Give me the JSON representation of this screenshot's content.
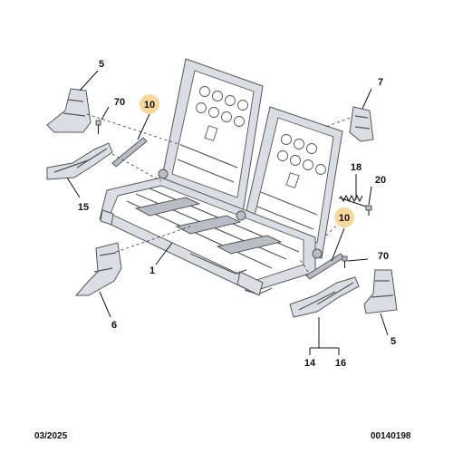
{
  "diagram": {
    "callouts": {
      "c5_top": "5",
      "c70_left": "70",
      "c10_left": "10",
      "c7": "7",
      "c18": "18",
      "c20": "20",
      "c10_right": "10",
      "c70_right": "70",
      "c15": "15",
      "c1": "1",
      "c6": "6",
      "c5_bottom": "5",
      "c14": "14",
      "c16": "16"
    },
    "highlight_color": "#f7d89a"
  },
  "footer": {
    "date": "03/2025",
    "reference": "00140198"
  }
}
